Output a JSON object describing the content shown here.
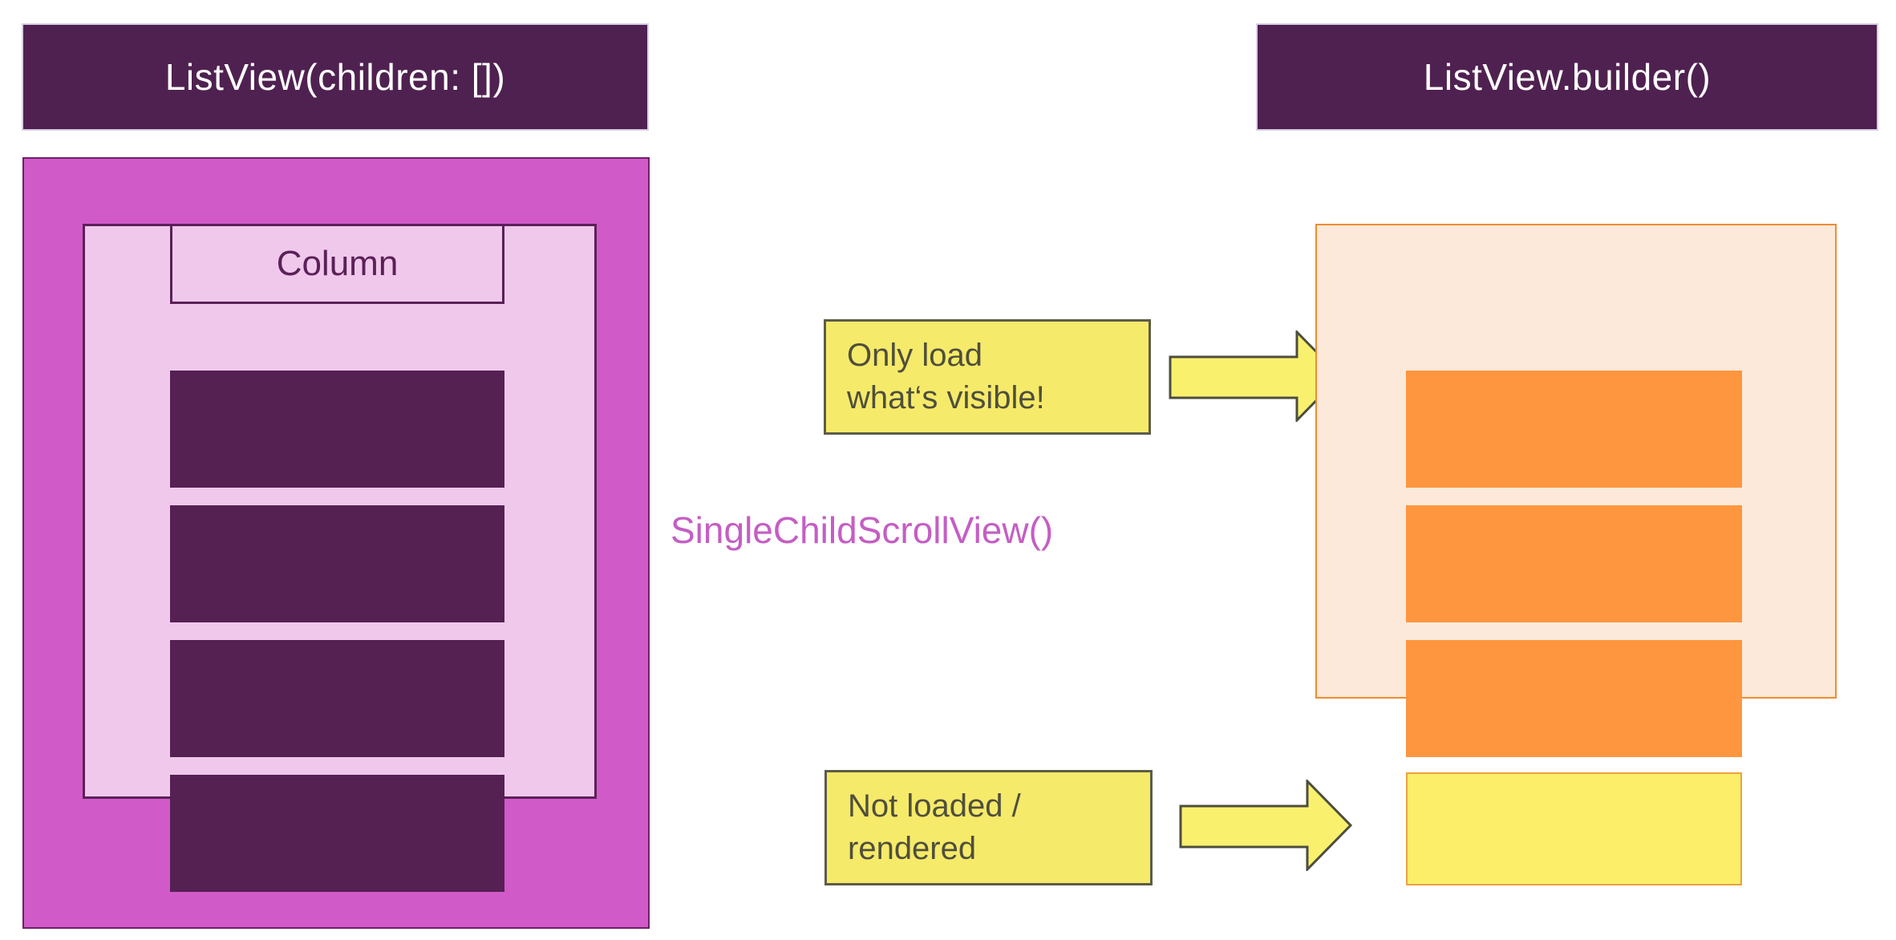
{
  "colors": {
    "header_bg": "#4f2150",
    "header_text": "#ffffff",
    "header_edge": "#d9cfe4",
    "magenta_box": "#d15ac9",
    "magenta_border": "#6e2068",
    "pink_box": "#f0c8ec",
    "purple_border": "#5a2157",
    "purple_item": "#552153",
    "peach_box": "#fde9d9",
    "peach_border": "#ee8c33",
    "orange_item": "#fd963f",
    "yellow_item": "#fdee6a",
    "yellow_item_border": "#e8a33d",
    "label_bg": "#f6ea6a",
    "label_border": "#5d5c4a",
    "label_text": "#4f4f3c",
    "arrow_fill": "#f9f06e",
    "arrow_border": "#4d4d3d",
    "scrollview_text": "#c45ec4",
    "canvas_bg": "#ffffff"
  },
  "left_panel": {
    "header": "ListView(children: [])",
    "column_label": "Column",
    "item_count": 4
  },
  "middle": {
    "scrollview_label": "SingleChildScrollView()",
    "visible_note": {
      "line1": "Only load",
      "line2": "what‘s visible!"
    },
    "not_loaded_note": {
      "line1": "Not loaded /",
      "line2": "rendered"
    }
  },
  "right_panel": {
    "header": "ListView.builder()",
    "loaded_item_count": 3,
    "unloaded_item_count": 1
  }
}
